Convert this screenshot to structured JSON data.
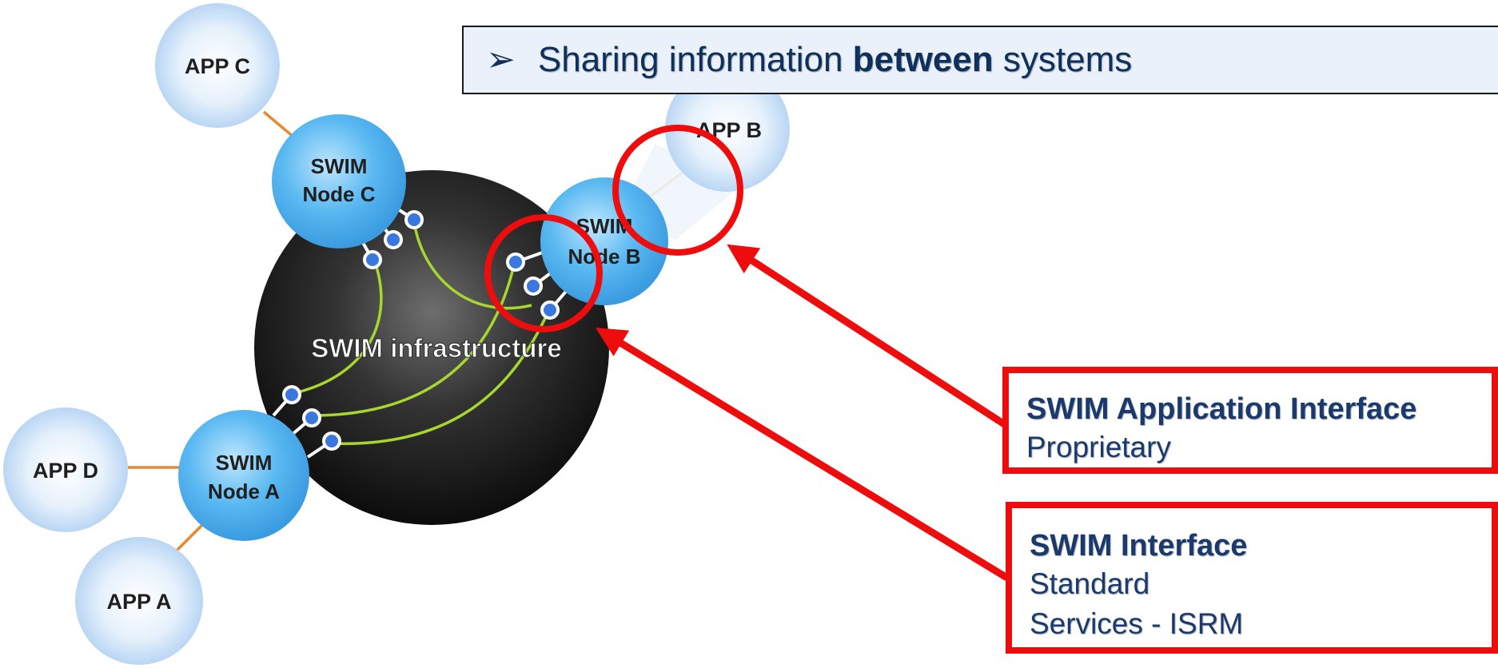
{
  "title": {
    "bullet": "➢",
    "text_before": "Sharing information ",
    "text_bold": "between",
    "text_after": " systems"
  },
  "diagram": {
    "infrastructure_label": "SWIM infrastructure",
    "apps": {
      "app_c": "APP C",
      "app_b": "APP B",
      "app_d": "APP D",
      "app_a": "APP A"
    },
    "nodes": {
      "node_c": [
        "SWIM",
        "Node C"
      ],
      "node_b": [
        "SWIM",
        "Node B"
      ],
      "node_a": [
        "SWIM",
        "Node A"
      ]
    }
  },
  "callouts": {
    "application_interface": {
      "heading": "SWIM Application Interface",
      "lines": [
        "Proprietary"
      ]
    },
    "swim_interface": {
      "heading": "SWIM Interface",
      "lines": [
        "Standard",
        "Services - ISRM"
      ]
    }
  },
  "colors": {
    "highlight_red": "#ee0d0d",
    "text_navy": "#1b3a6b",
    "node_blue": "#56b4ee",
    "app_bubble": "#d6e8fb",
    "infrastructure_dark": "#1c1c1c",
    "connector_green": "#a9d62e",
    "app_link_orange": "#e58a2e"
  }
}
